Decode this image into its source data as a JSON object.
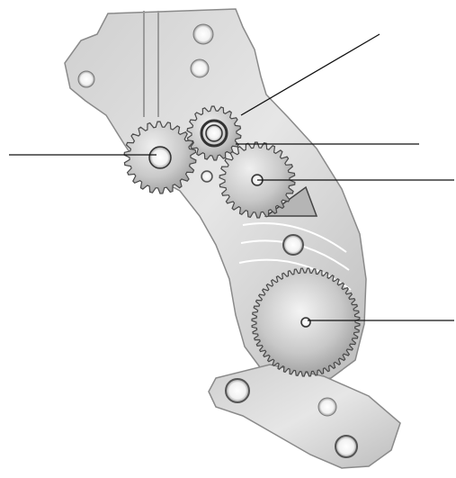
{
  "figure": {
    "background": "#ffffff",
    "plate_color": "#d9d9d9",
    "plate_edge_color": "#8a8a8a",
    "gear_color": "#c4c4c4",
    "gear_edge_color": "#4a4a4a",
    "leader_color": "#111111",
    "leader_lines": [
      {
        "name": "leader-line-top-right"
      },
      {
        "name": "leader-line-left"
      },
      {
        "name": "leader-line-right-upper"
      },
      {
        "name": "leader-line-right-middle"
      },
      {
        "name": "leader-line-right-lower"
      }
    ],
    "callout_labels": []
  }
}
